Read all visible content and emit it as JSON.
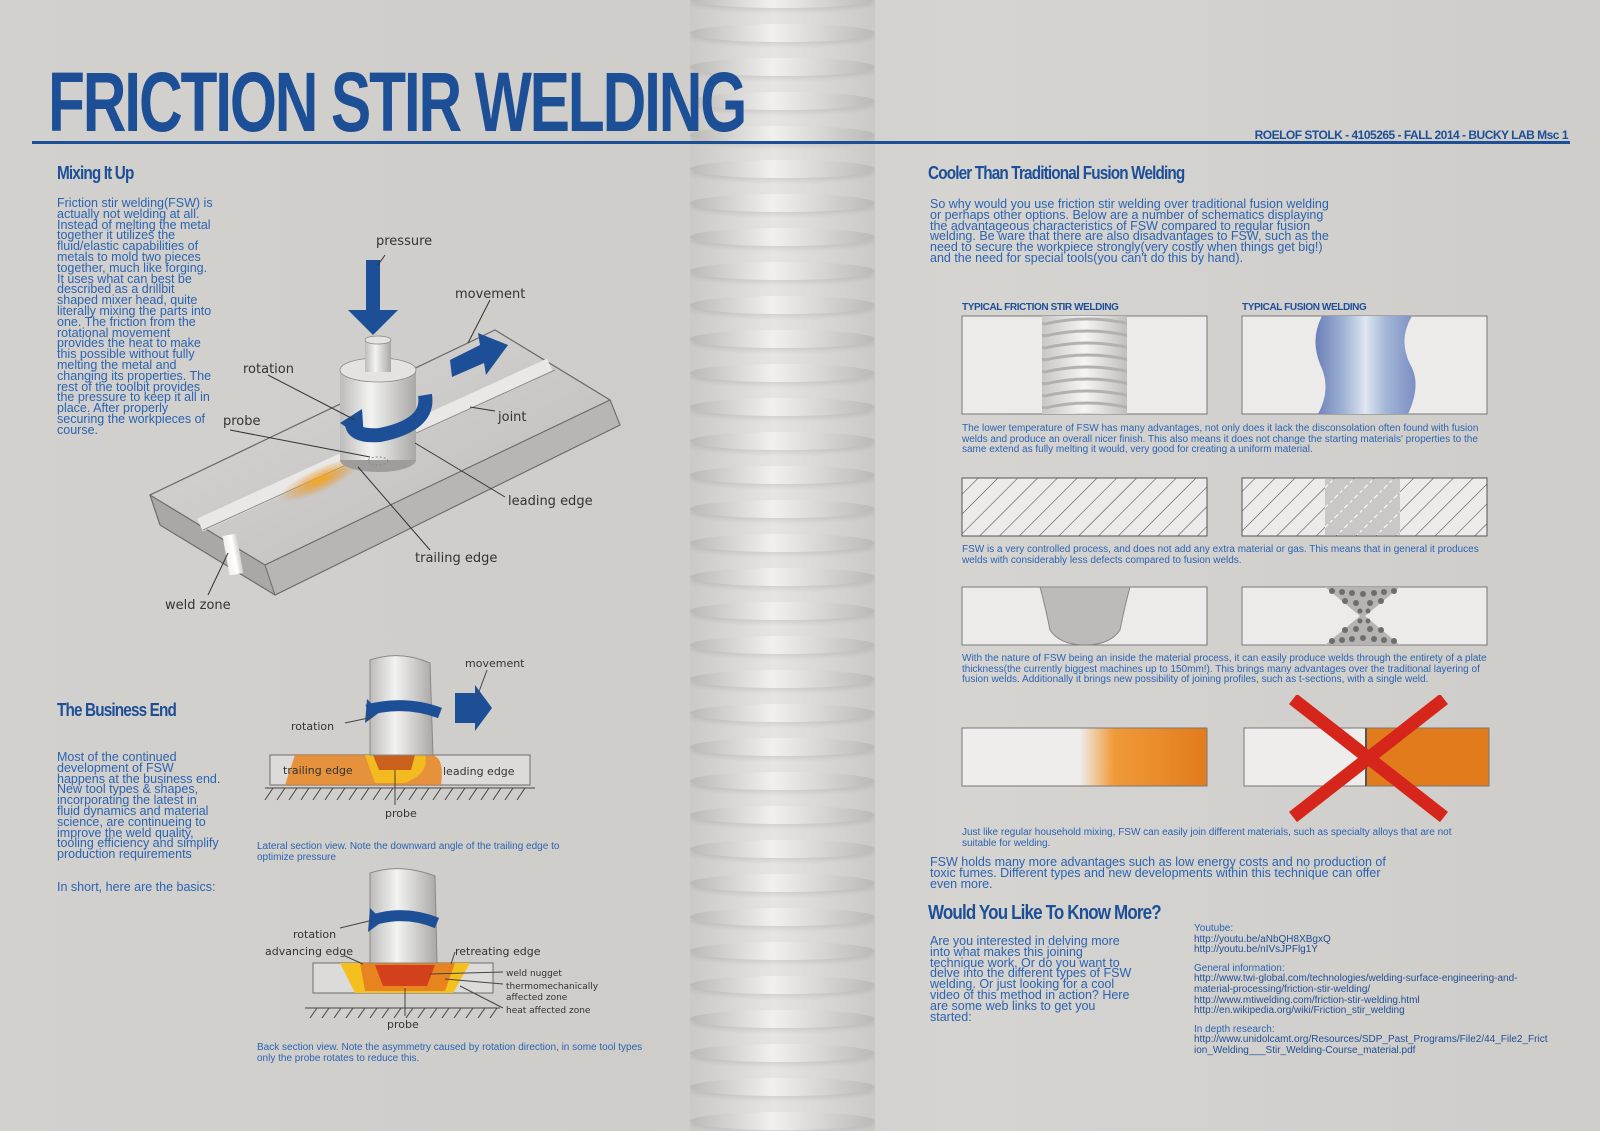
{
  "header": {
    "title": "FRICTION STIR WELDING",
    "author": "ROELOF STOLK - 4105265 - FALL 2014 - BUCKY LAB Msc 1"
  },
  "mixing": {
    "heading": "Mixing It Up",
    "text": "Friction stir welding(FSW) is actually not welding at all. Instead of melting the metal together it utilizes the fluid/elastic capabilities of metals to mold two pieces together, much like forging. It uses what can best be described as a drillbit shaped mixer head, quite literally mixing the parts into one. The friction from the rotational movement provides the heat to make this possible without fully melting the metal and changing its properties. The rest of the toolbit provides the pressure to keep it all in place. After properly securing the workpieces of course."
  },
  "main_diagram": {
    "labels": {
      "pressure": "pressure",
      "movement": "movement",
      "rotation": "rotation",
      "probe": "probe",
      "joint": "joint",
      "leading_edge": "leading edge",
      "trailing_edge": "trailing edge",
      "weld_zone": "weld zone"
    }
  },
  "business": {
    "heading": "The Business End",
    "text1": "Most of the continued development of FSW happens at the business end. New tool types & shapes, incorporating the latest in fluid dynamics and material science, are continueing to improve the weld quality, tooling efficiency and simplify production requirements",
    "text2": "In short, here are the basics:"
  },
  "lateral": {
    "labels": {
      "movement": "movement",
      "rotation": "rotation",
      "trailing_edge": "trailing edge",
      "leading_edge": "leading edge",
      "probe": "probe"
    },
    "caption": "Lateral section view. Note the downward angle of the trailing edge to optimize pressure"
  },
  "back": {
    "labels": {
      "rotation": "rotation",
      "advancing_edge": "advancing edge",
      "retreating_edge": "retreating edge",
      "weld_nugget": "weld nugget",
      "thermo1": "thermomechanically",
      "thermo2": "affected zone",
      "haz": "heat affected zone",
      "probe": "probe"
    },
    "caption": "Back section view. Note the asymmetry caused by rotation direction, in some tool types only the probe rotates to reduce this."
  },
  "cooler": {
    "heading": "Cooler Than Traditional Fusion Welding",
    "intro": "So why would you use friction stir welding over traditional fusion welding or perhaps other options. Below are a number of schematics displaying the advantageous characteristics of FSW compared to regular fusion welding. Be ware that there are also disadvantages to FSW, such as the need to secure the workpiece strongly(very costly when things get big!) and the need for special tools(you can't do this by hand).",
    "label_fsw": "TYPICAL FRICTION STIR WELDING",
    "label_fusion": "TYPICAL FUSION WELDING",
    "cap1": "The lower temperature of FSW has many advantages, not only does it lack the disconsolation often found with fusion welds and produce an overall nicer finish. This also means it does not change the starting materials' properties to the same extend as fully melting it would, very good for creating a uniform material.",
    "cap2": "FSW is a very controlled process, and does not add any extra material or gas. This means that in general it produces welds with considerably less defects compared to fusion welds.",
    "cap3": "With the nature of FSW being an inside the material process, it can easily produce welds through the entirety of a plate thickness(the currently biggest machines up to 150mm!). This brings many advantages over the traditional layering of fusion welds. Additionally it brings new possibility of joining profiles, such as t-sections, with a single weld.",
    "cap4": "Just like regular household mixing, FSW can easily join different materials, such as specialty alloys that are not suitable for welding.",
    "outro": "FSW holds many more advantages such as low energy costs and no production of toxic fumes. Different types and new developments within this technique can offer even more."
  },
  "more": {
    "heading": "Would You Like To Know More?",
    "text": "Are you interested in delving more into what makes this joining technique work. Or do you want to delve into the different types of FSW welding. Or just looking for a cool video of this method in action? Here are some web links to get you started:",
    "youtube_label": "Youtube:",
    "yt1": "http://youtu.be/aNbQH8XBgxQ",
    "yt2": "http://youtu.be/nIVsJPFlg1Y",
    "general_label": "General information:",
    "gen1": "http://www.twi-global.com/technologies/welding-surface-engineering-and-material-processing/friction-stir-welding/",
    "gen2": "http://www.mtiwelding.com/friction-stir-welding.html",
    "gen3": "http://en.wikipedia.org/wiki/Friction_stir_welding",
    "depth_label": "In depth research:",
    "depth1": "http://www.unidolcamt.org/Resources/SDP_Past_Programs/File2/44_File2_Friction_Welding___Stir_Welding-Course_material.pdf"
  },
  "colors": {
    "title_blue": "#1d4f97",
    "text_blue": "#2b63b0",
    "orange": "#e8841f",
    "red_cross": "#d6261b"
  },
  "icons": [
    "pressure-arrow-icon",
    "movement-arrow-icon",
    "rotation-arrow-icon",
    "cross-icon"
  ]
}
